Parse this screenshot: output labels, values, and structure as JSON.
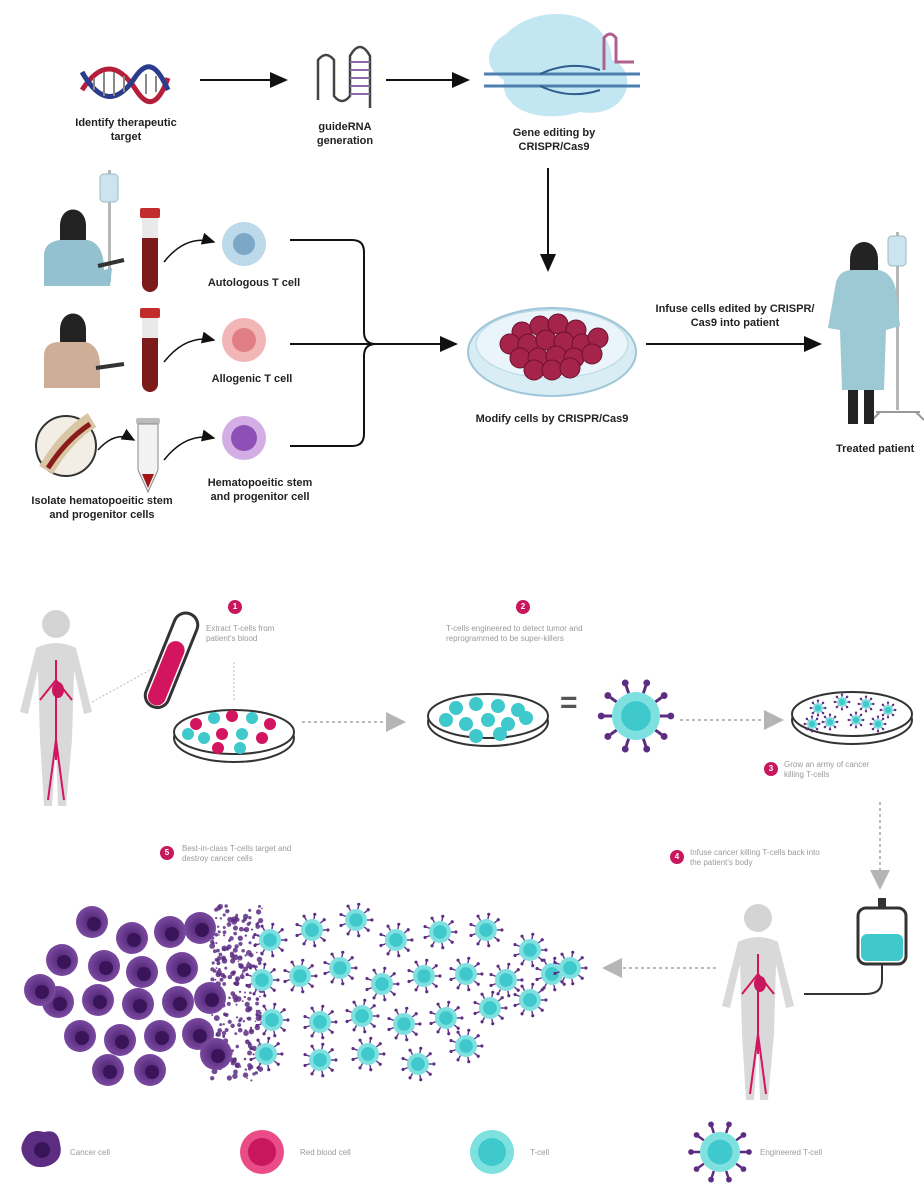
{
  "top": {
    "identify_target": "Identify therapeutic target",
    "guide_rna": "guideRNA generation",
    "gene_editing": "Gene editing by CRISPR/Cas9",
    "autologous": "Autologous T cell",
    "allogenic": "Allogenic T cell",
    "isolate_hspc": "Isolate hematopoeitic stem and progenitor cells",
    "hspc": "Hematopoeitic stem and progenitor cell",
    "modify_cells": "Modify cells by CRISPR/Cas9",
    "infuse": "Infuse cells edited by CRISPR/ Cas9 into patient",
    "treated": "Treated patient"
  },
  "bottom": {
    "steps": [
      {
        "num": "1",
        "text": "Extract T-cells from patient's blood"
      },
      {
        "num": "2",
        "text": "T-cells engineered to detect tumor and reprogrammed to be super-killers"
      },
      {
        "num": "3",
        "text": "Grow an army of cancer killing T-cells"
      },
      {
        "num": "4",
        "text": "Infuse cancer killing T-cells back into the patient's body"
      },
      {
        "num": "5",
        "text": "Best-in-class T-cells target and destroy cancer cells"
      }
    ],
    "equals": "="
  },
  "legend": {
    "cancer": "Cancer cell",
    "rbc": "Red blood cell",
    "tcell": "T-cell",
    "engineered": "Engineered T-cell"
  },
  "colors": {
    "tcell": "#3fc9cc",
    "cancer": "#5c2d82",
    "rbc": "#d3155f",
    "badge": "#c8175d",
    "blood": "#8b1a1a"
  }
}
